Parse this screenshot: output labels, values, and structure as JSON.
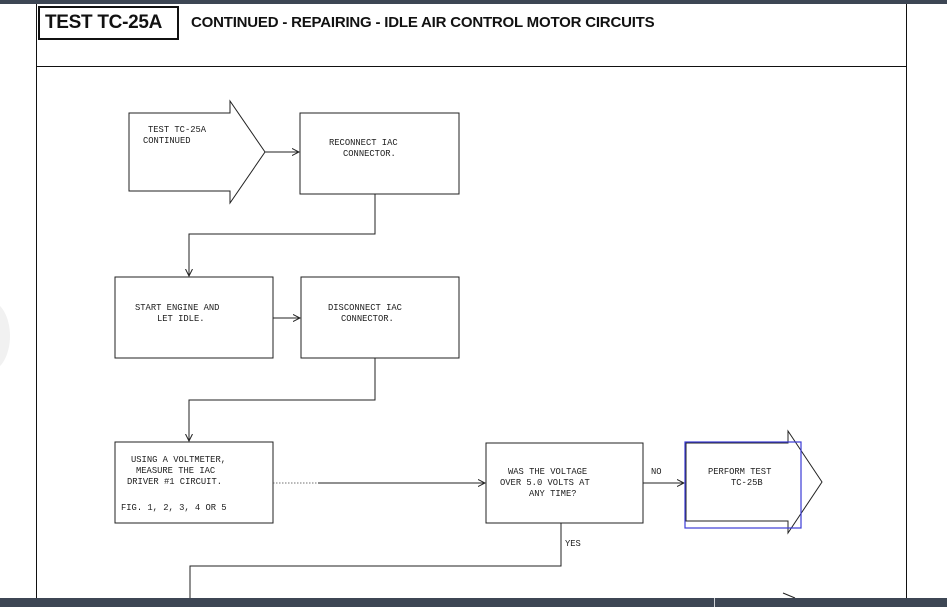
{
  "header": {
    "test_id": "TEST TC-25A",
    "title": "CONTINUED - REPAIRING - IDLE AIR CONTROL MOTOR CIRCUITS"
  },
  "flowchart": {
    "start": [
      "TEST TC-25A",
      "CONTINUED"
    ],
    "reconnect": [
      "RECONNECT IAC",
      "CONNECTOR."
    ],
    "start_engine": [
      "START ENGINE AND",
      "LET IDLE."
    ],
    "disconnect": [
      "DISCONNECT IAC",
      "CONNECTOR."
    ],
    "measure": [
      "USING A VOLTMETER,",
      "MEASURE THE IAC",
      "DRIVER #1 CIRCUIT."
    ],
    "measure_fig": "FIG. 1, 2, 3, 4 OR 5",
    "question": [
      "WAS THE VOLTAGE",
      "OVER 5.0 VOLTS AT",
      "ANY TIME?"
    ],
    "no_label": "NO",
    "yes_label": "YES",
    "perform": [
      "PERFORM TEST",
      "TC-25B"
    ]
  },
  "colors": {
    "chrome": "#3d4654",
    "link_highlight": "#3b3bd6"
  }
}
